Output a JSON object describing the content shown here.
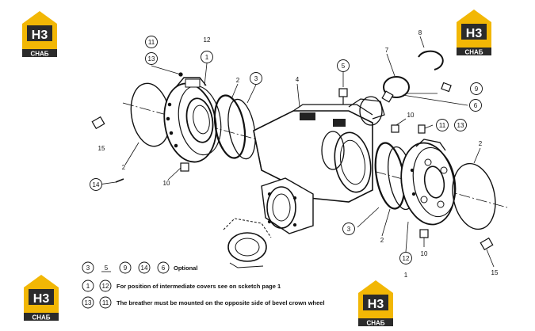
{
  "logo": {
    "letters": "H3",
    "brand": "СНАБ",
    "color_yellow": "#f2b705",
    "color_dark": "#2b2b2b"
  },
  "callouts": {
    "c11a": "11",
    "c13a": "13",
    "c12a": "12",
    "c2a": "2",
    "c3a": "3",
    "c4": "4",
    "c5": "5",
    "c8": "8",
    "c7": "7",
    "c9": "9",
    "c6": "6",
    "c10a": "10",
    "c11b": "11",
    "c13b": "13",
    "c2b": "2",
    "c15a": "15",
    "c2c": "2",
    "c14": "14",
    "c10b": "10",
    "c3b": "3",
    "c2d": "2",
    "c12b": "12",
    "c1": "1",
    "c10c": "10",
    "c15b": "15"
  },
  "legend": {
    "row1": {
      "items": [
        "3",
        "5",
        "9",
        "14",
        "6"
      ],
      "text": "Optional"
    },
    "row2": {
      "items": [
        "1",
        "12"
      ],
      "text": "For position of intermediate covers see on scketch page 1"
    },
    "row3": {
      "items": [
        "13",
        "11"
      ],
      "text": "The breather must be mounted on the opposite side of bevel crown wheel"
    }
  }
}
